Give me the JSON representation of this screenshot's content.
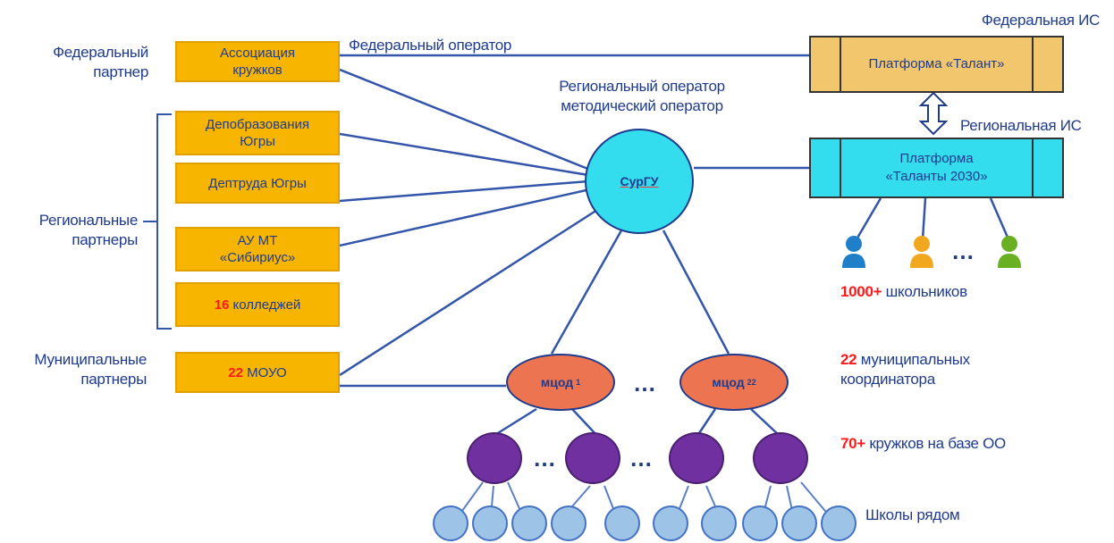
{
  "labels": {
    "federal_partner": "Федеральный\nпартнер",
    "federal_operator": "Федеральный оператор",
    "federal_is": "Федеральная ИС",
    "regional_operator": "Региональный оператор\nметодический оператор",
    "regional_is": "Региональная ИС",
    "regional_partners": "Региональные\nпартнеры",
    "municipal_partners": "Муниципальные\nпартнеры",
    "students_count": "1000+",
    "students_text": " школьников",
    "coordinators_count": "22",
    "coordinators_text": " муниципальных\nкоординатора",
    "clubs_count": "70+",
    "clubs_text": " кружков на базе ОО",
    "schools_near": "Школы рядом"
  },
  "boxes": {
    "association": "Ассоциация\nкружков",
    "depobr": "Депобразования\nЮгры",
    "deptrud": "Дептруда Югры",
    "au_mt": "АУ МТ\n«Сибириус»",
    "colleges_count": "16",
    "colleges_text": " колледжей",
    "moyo_count": "22",
    "moyo_text": " МОУО"
  },
  "platforms": {
    "federal": "Платформа «Талант»",
    "regional": "Платформа\n«Таланты 2030»"
  },
  "nodes": {
    "center": "СурГУ",
    "mcod1": "мцод",
    "mcod1_sub": "1",
    "mcod22": "мцод",
    "mcod22_sub": "22"
  },
  "ellipsis": "…",
  "colors": {
    "text": "#1f3b8c",
    "box": "#f7b500",
    "federal_platform": "#f2c66d",
    "regional_platform": "#33ddee",
    "center_circle": "#33ddee",
    "mcod": "#ec7450",
    "club": "#7030a0",
    "school": "#9dc3e6",
    "accent_red": "#ff1a1a",
    "line": "#3355aa",
    "person_blue": "#1f7fc8",
    "person_orange": "#f2a81e",
    "person_green": "#6ab023"
  }
}
